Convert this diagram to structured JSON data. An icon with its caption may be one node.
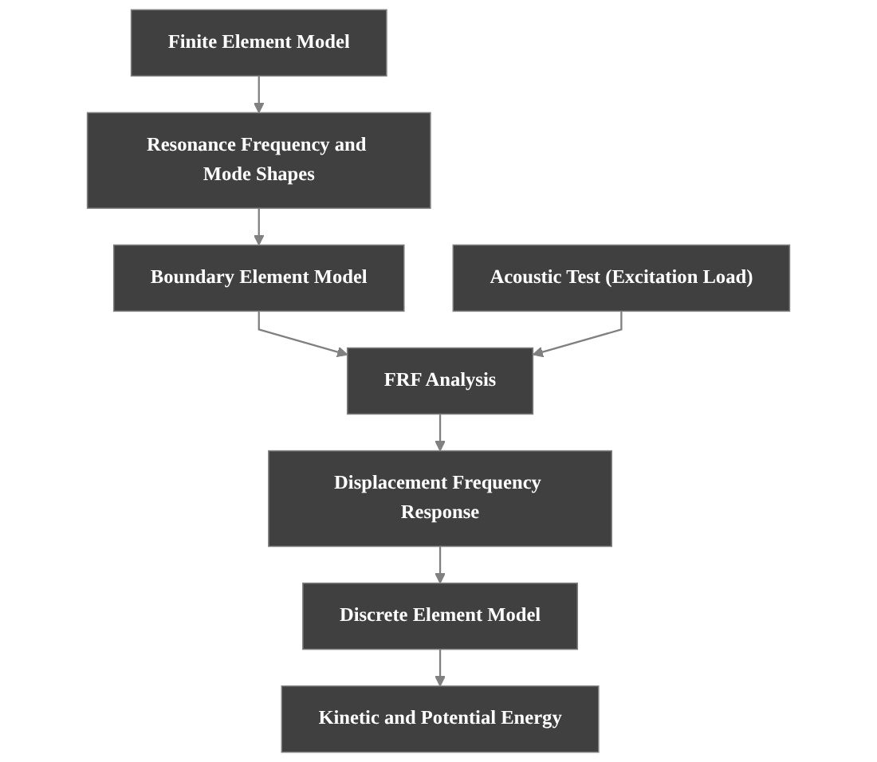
{
  "diagram": {
    "nodes": [
      {
        "text": [
          "Finite Element Model"
        ]
      },
      {
        "text": [
          "Resonance Frequency and Mode Shapes"
        ]
      },
      {
        "text": [
          "Boundary Element Model"
        ]
      },
      {
        "text": [
          "Acoustic Test (Excitation Load)"
        ]
      },
      {
        "text": [
          "FRF Analysis"
        ]
      },
      {
        "text": [
          "Displacement Frequency Response"
        ]
      },
      {
        "text": [
          "Discrete Element Model"
        ]
      },
      {
        "text": [
          "Kinetic and Potential Energy"
        ]
      }
    ],
    "edges": [
      {
        "from": 0,
        "to": 1,
        "arrow": "to"
      },
      {
        "from": 1,
        "to": 2,
        "arrow": "to"
      },
      {
        "from": 2,
        "to": 4,
        "arrow": "to"
      },
      {
        "from": 3,
        "to": 4,
        "arrow": "to"
      },
      {
        "from": 4,
        "to": 5,
        "arrow": "to"
      },
      {
        "from": 5,
        "to": 6,
        "arrow": "to"
      },
      {
        "from": 6,
        "to": 7,
        "arrow": "to"
      }
    ]
  }
}
